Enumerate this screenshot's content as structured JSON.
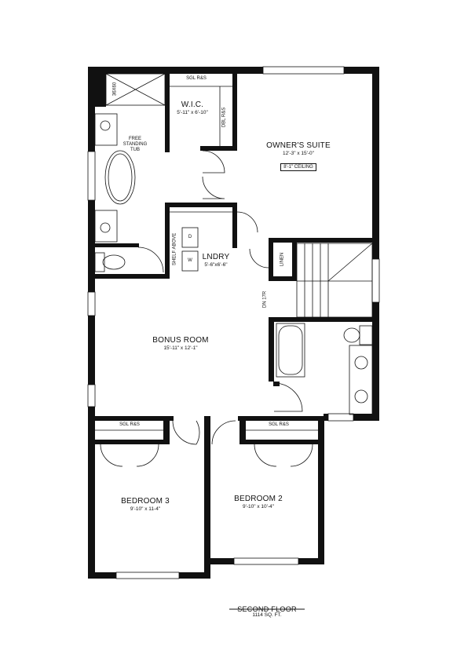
{
  "rooms": {
    "owners_suite": {
      "name": "OWNER'S SUITE",
      "dim": "12'-3\" x 15'-0\"",
      "ceiling": "8'-1\" CEILING"
    },
    "wic": {
      "name": "W.I.C.",
      "dim": "5'-11\" x 6'-10\""
    },
    "laundry": {
      "name": "LNDRY",
      "dim": "5'-6\"x6'-6\""
    },
    "bonus_room": {
      "name": "BONUS ROOM",
      "dim": "15'-11\" x 12'-1\""
    },
    "bedroom3": {
      "name": "BEDROOM 3",
      "dim": "9'-10\" x 11-4\""
    },
    "bedroom2": {
      "name": "BEDROOM 2",
      "dim": "9'-10\" x 10'-4\""
    }
  },
  "notes": {
    "shower": "36X60",
    "sgl_rs_wic": "SGL R&S",
    "dbl_rs": "DBL R&S",
    "tub": "FREE STANDING TUB",
    "shelf_above": "SHELF ABOVE",
    "dryer": "D",
    "washer": "W",
    "linen": "LINEN",
    "stairs": "DN 17R",
    "sgl_rs_bed3": "SGL R&S",
    "sgl_rs_bed2": "SGL R&S"
  },
  "footer": {
    "title": "SECOND FLOOR",
    "area": "1114 SQ. FT."
  }
}
